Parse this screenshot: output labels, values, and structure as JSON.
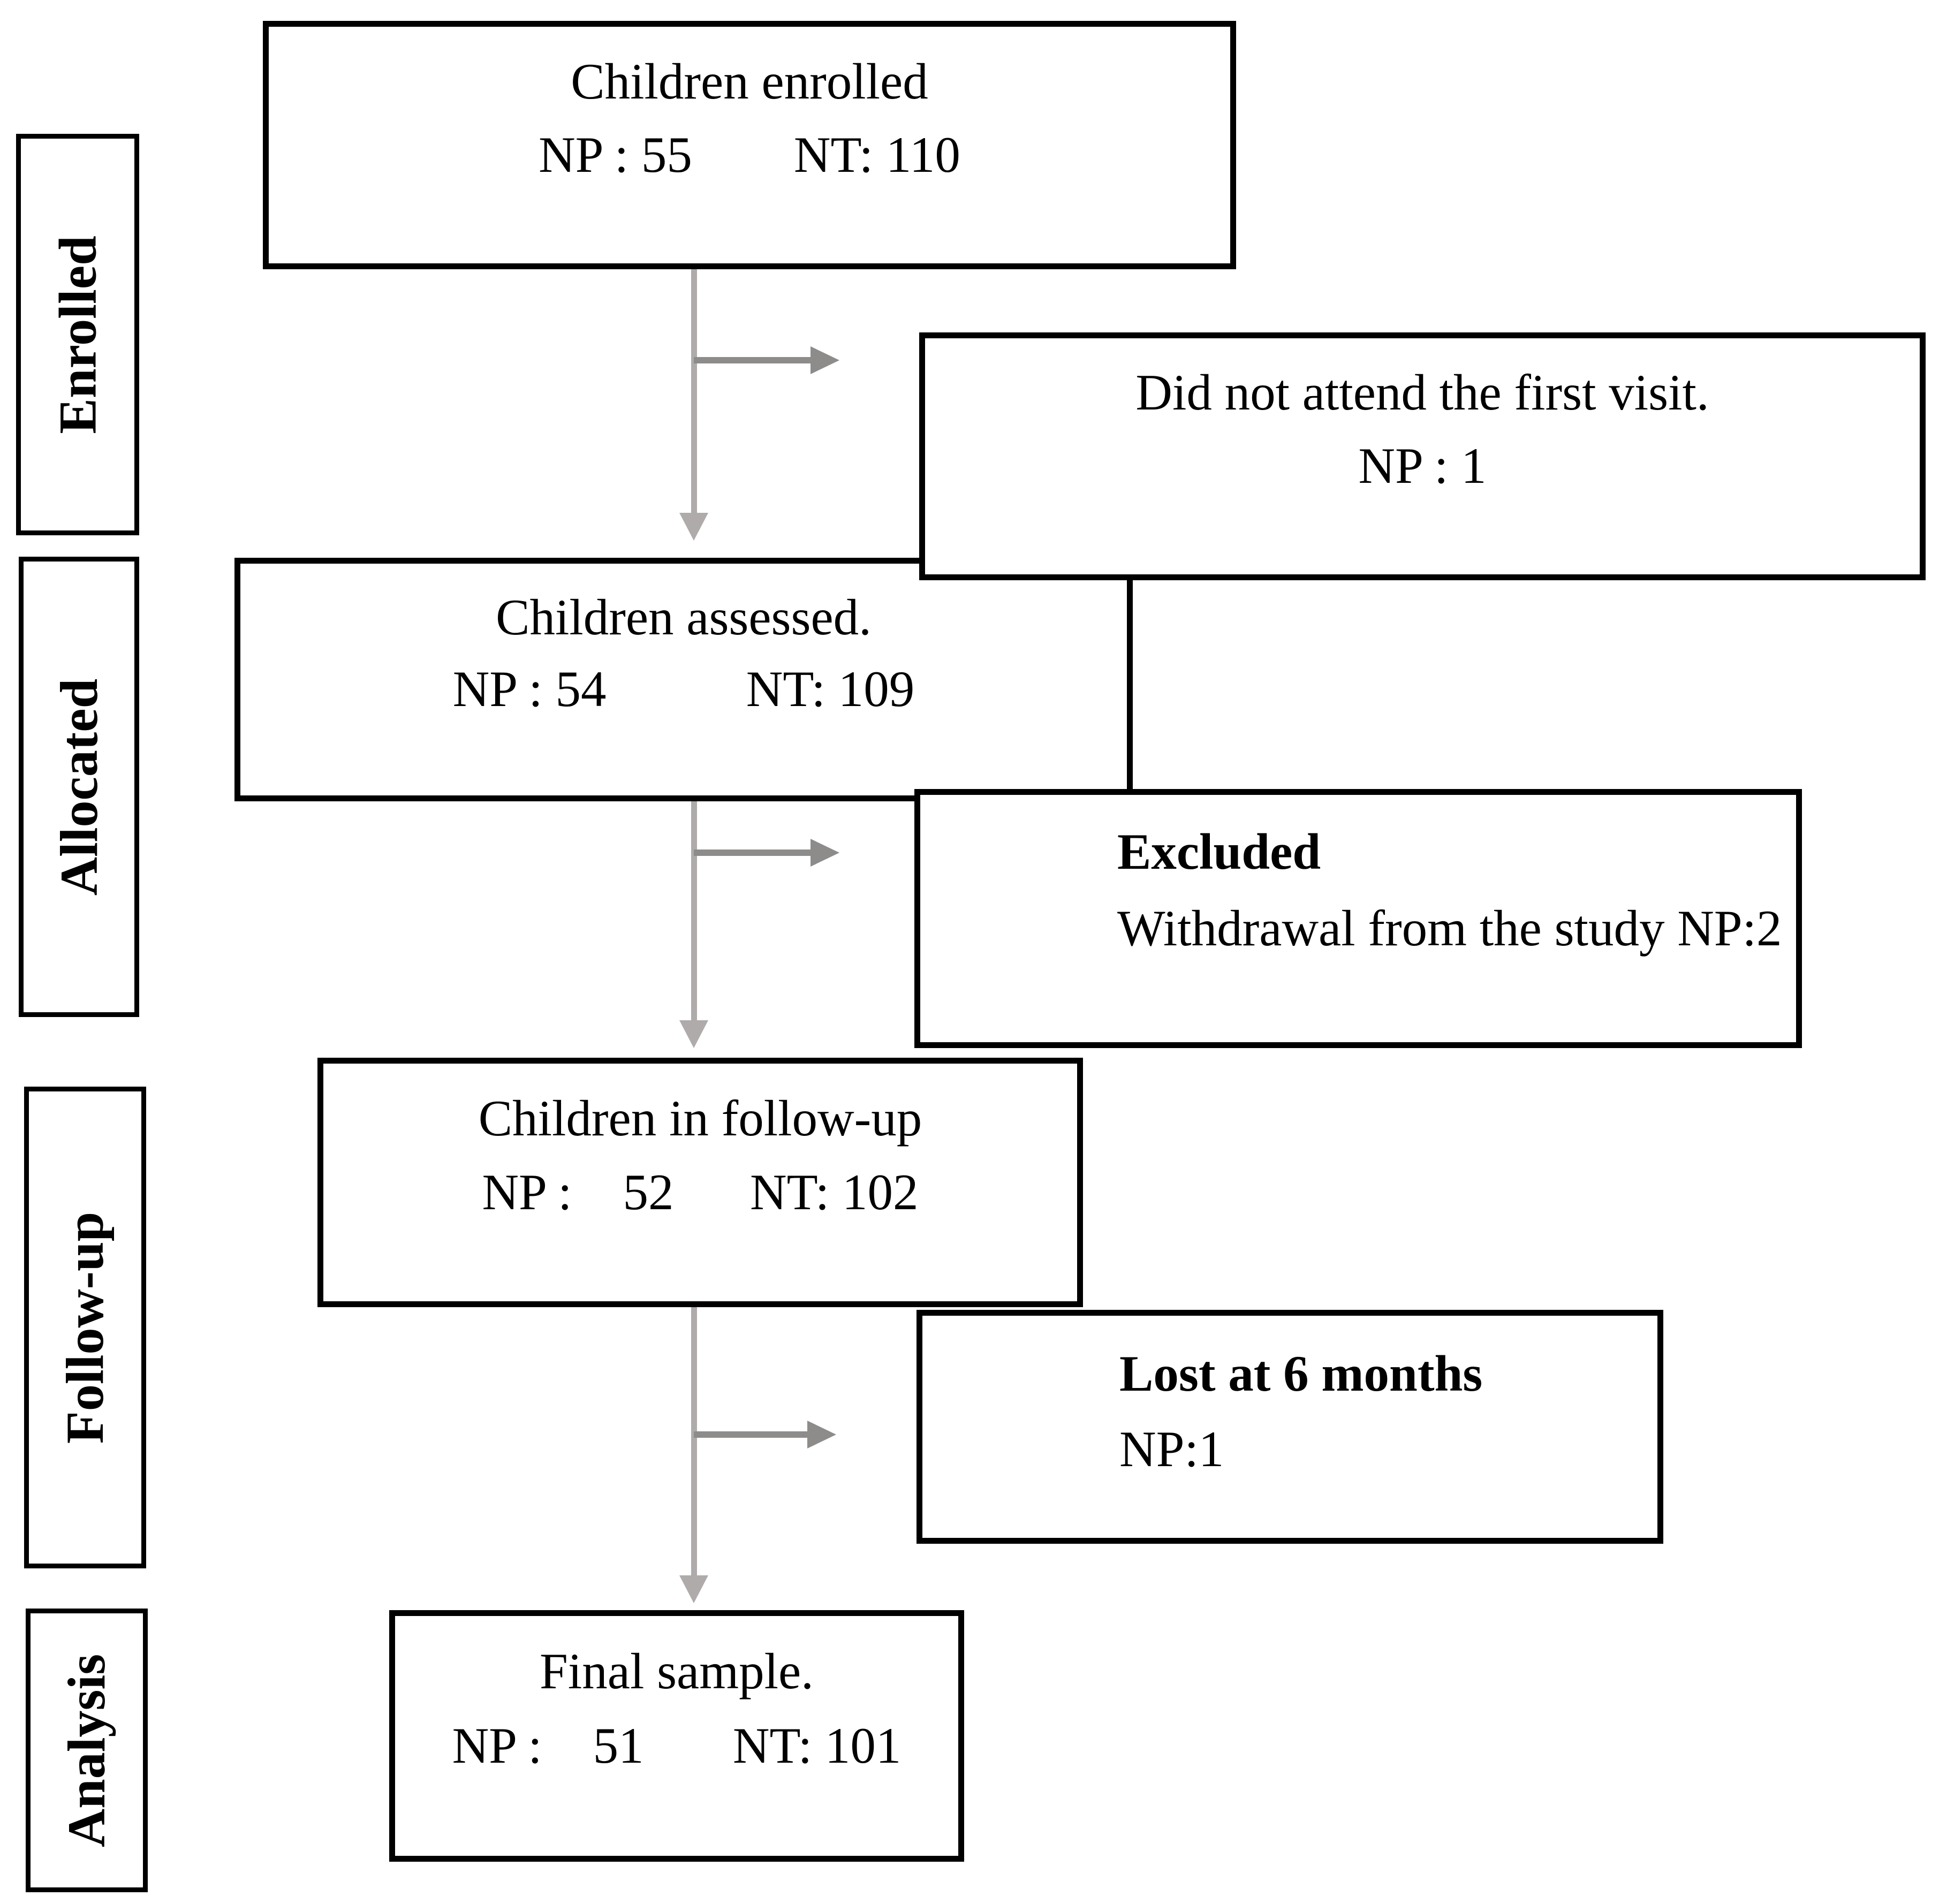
{
  "diagram": {
    "kind": "study-flow-diagram",
    "colors": {
      "background": "#ffffff",
      "box_border": "#000000",
      "box_fill": "#ffffff",
      "text": "#000000",
      "arrow_vertical": "#b0abab",
      "arrow_horizontal": "#8e8b8b"
    }
  },
  "stages": [
    {
      "label": "Enrolled"
    },
    {
      "label": "Allocated"
    },
    {
      "label": "Follow-up"
    },
    {
      "label": "Analysis"
    }
  ],
  "flow_boxes": {
    "enrolled": {
      "title": "Children enrolled",
      "counts": "NP : 55        NT: 110"
    },
    "assessed": {
      "title": "Children assessed.",
      "counts": "NP : 54           NT: 109"
    },
    "followup": {
      "title": "Children in follow-up",
      "counts": "NP :    52      NT: 102"
    },
    "final": {
      "title": "Final sample.",
      "counts": "NP :    51       NT: 101"
    }
  },
  "side_boxes": {
    "no_first_visit": {
      "title": "Did not attend the first visit.",
      "counts": "NP : 1"
    },
    "excluded": {
      "title": "Excluded",
      "detail": "Withdrawal from the study NP:2"
    },
    "lost": {
      "title": "Lost at 6 months",
      "detail": "NP:1"
    }
  }
}
